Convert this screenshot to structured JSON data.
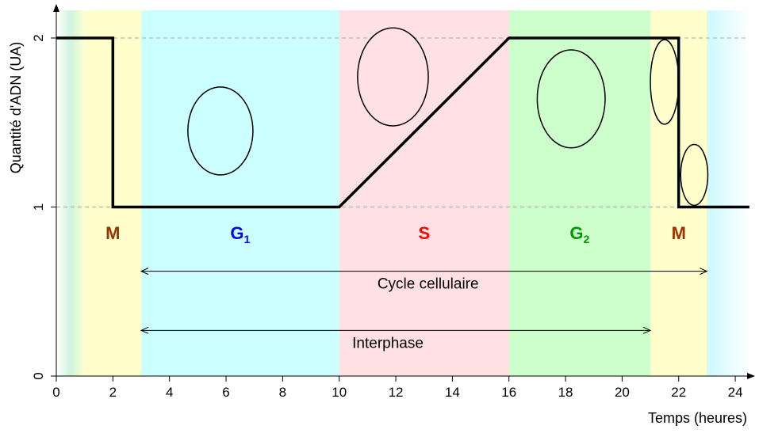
{
  "chart_data": {
    "type": "line",
    "xlabel": "Temps (heures)",
    "ylabel": "Quantité d'ADN (UA)",
    "xlim": [
      0,
      24.5
    ],
    "ylim": [
      0,
      2.2
    ],
    "x_ticks": [
      0,
      2,
      4,
      6,
      8,
      10,
      12,
      14,
      16,
      18,
      20,
      22,
      24
    ],
    "y_ticks": [
      0,
      1,
      2
    ],
    "reference_lines_y": [
      1,
      2
    ],
    "series": [
      {
        "x": [
          0,
          2,
          2,
          10,
          16,
          22,
          22,
          24.5
        ],
        "y": [
          2,
          2,
          1,
          1,
          2,
          2,
          1,
          1
        ]
      }
    ],
    "phases": [
      {
        "label": "",
        "start": 0,
        "end": 0.5,
        "color": "#ffffff",
        "gradient_to": "#ccf5dd"
      },
      {
        "label": "",
        "start": 0.5,
        "end": 1,
        "color": "#ccf5dd",
        "gradient_to": "#ffffcc"
      },
      {
        "label": "M",
        "sub": "",
        "start": 1,
        "end": 3,
        "color": "#ffffcc",
        "label_color": "#993300"
      },
      {
        "label": "G",
        "sub": "1",
        "start": 3,
        "end": 10,
        "color": "#ccffff",
        "label_color": "#0000ff"
      },
      {
        "label": "S",
        "sub": "",
        "start": 10,
        "end": 16,
        "color": "#ffe0e3",
        "label_color": "#ff0000"
      },
      {
        "label": "G",
        "sub": "2",
        "start": 16,
        "end": 21,
        "color": "#ccffcc",
        "label_color": "#009900"
      },
      {
        "label": "M",
        "sub": "",
        "start": 21,
        "end": 23,
        "color": "#ffffcc",
        "label_color": "#993300"
      },
      {
        "label": "",
        "start": 23,
        "end": 24.5,
        "color": "#ccf9ff",
        "gradient_to": "#ffffff"
      }
    ],
    "spans": [
      {
        "label": "Cycle cellulaire",
        "start": 3,
        "end": 23,
        "y": 0.62
      },
      {
        "label": "Interphase",
        "start": 3,
        "end": 21,
        "y": 0.27
      }
    ],
    "cells": [
      {
        "cx": 5.8,
        "cy": 1.45,
        "rx": 1.15,
        "ry": 0.26,
        "fill": "#ccffff"
      },
      {
        "cx": 11.9,
        "cy": 1.77,
        "rx": 1.25,
        "ry": 0.29,
        "fill": "#ffe0e3"
      },
      {
        "cx": 18.2,
        "cy": 1.64,
        "rx": 1.2,
        "ry": 0.29,
        "fill": "#ccffcc"
      },
      {
        "cx": 21.5,
        "cy": 1.74,
        "rx": 0.5,
        "ry": 0.25,
        "fill": "#ffffcc"
      },
      {
        "cx": 22.55,
        "cy": 1.19,
        "rx": 0.48,
        "ry": 0.18,
        "fill": "#ffffcc"
      }
    ]
  }
}
